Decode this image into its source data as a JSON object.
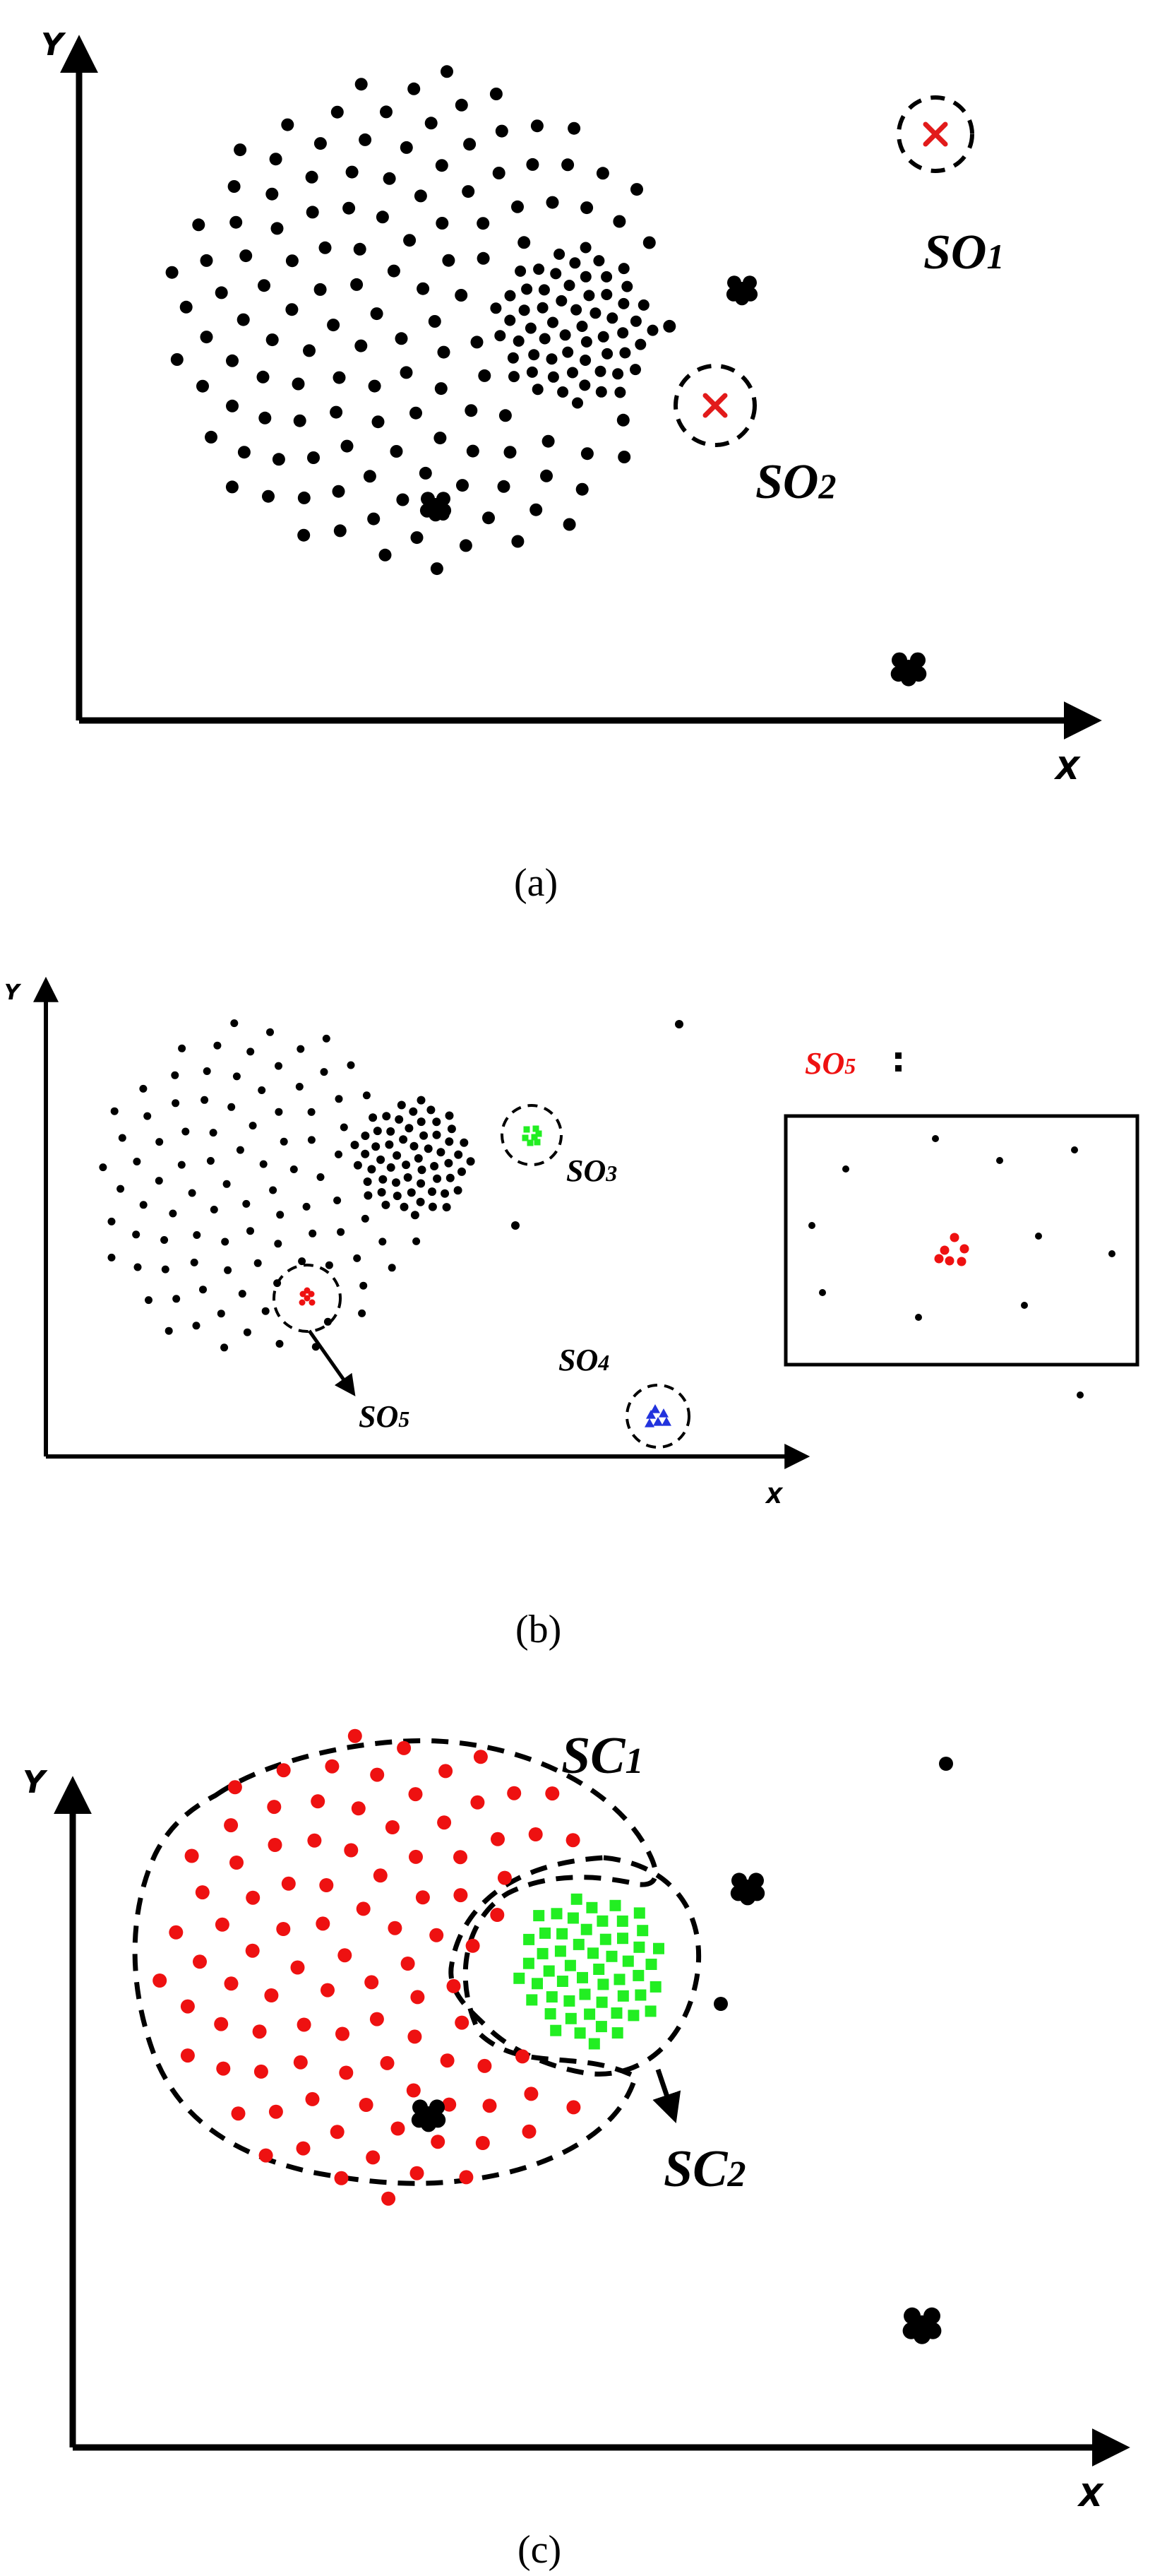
{
  "panels": {
    "a": {
      "caption": "(a)",
      "x_label": "X",
      "y_label": "Y",
      "labels": {
        "so1": "SO",
        "so1_sub": "1",
        "so2": "SO",
        "so2_sub": "2"
      }
    },
    "b": {
      "caption": "(b)",
      "x_label": "X",
      "y_label": "Y",
      "labels": {
        "so3": "SO",
        "so3_sub": "3",
        "so4": "SO",
        "so4_sub": "4",
        "so5": "SO",
        "so5_sub": "5",
        "inset_title": "SO",
        "inset_title_sub": "5",
        "inset_colon": ":"
      }
    },
    "c": {
      "caption": "(c)",
      "x_label": "X",
      "y_label": "Y",
      "labels": {
        "sc1": "SC",
        "sc1_sub": "1",
        "sc2": "SC",
        "sc2_sub": "2"
      }
    }
  },
  "colors": {
    "points": "#000000",
    "outlier_cross": "#e21b1b",
    "cluster_sc1": "#ee1111",
    "cluster_sc2": "#22ee22",
    "so3_green": "#22ee22",
    "so4_blue": "#2233dd",
    "so5_red": "#ee1111"
  }
}
